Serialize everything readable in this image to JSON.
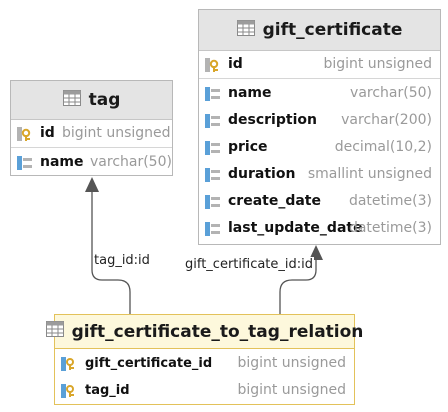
{
  "tables": {
    "gift_certificate": {
      "title": "gift_certificate",
      "columns": [
        {
          "name": "id",
          "type": "bigint unsigned",
          "key": "primary"
        },
        {
          "name": "name",
          "type": "varchar(50)",
          "key": "none"
        },
        {
          "name": "description",
          "type": "varchar(200)",
          "key": "none"
        },
        {
          "name": "price",
          "type": "decimal(10,2)",
          "key": "none"
        },
        {
          "name": "duration",
          "type": "smallint unsigned",
          "key": "none"
        },
        {
          "name": "create_date",
          "type": "datetime(3)",
          "key": "none"
        },
        {
          "name": "last_update_date",
          "type": "datetime(3)",
          "key": "none"
        }
      ]
    },
    "tag": {
      "title": "tag",
      "columns": [
        {
          "name": "id",
          "type": "bigint unsigned",
          "key": "primary"
        },
        {
          "name": "name",
          "type": "varchar(50)",
          "key": "none"
        }
      ]
    },
    "relation": {
      "title": "gift_certificate_to_tag_relation",
      "columns": [
        {
          "name": "gift_certificate_id",
          "type": "bigint unsigned",
          "key": "primary-foreign"
        },
        {
          "name": "tag_id",
          "type": "bigint unsigned",
          "key": "primary-foreign"
        }
      ]
    }
  },
  "edges": {
    "tag_edge_label": "tag_id:id",
    "gc_edge_label": "gift_certificate_id:id"
  },
  "colors": {
    "header_bg": "#e4e4e4",
    "selected_border": "#e3c25a",
    "selected_header_bg": "#fdf8dc",
    "type_text": "#9a9a9a",
    "key_gold": "#d9a62a",
    "column_blue": "#5aa0d8"
  },
  "icons": {
    "table": "table-icon",
    "primary_key": "primary-key-column-icon",
    "column": "column-icon",
    "foreign_key": "foreign-key-column-icon"
  }
}
